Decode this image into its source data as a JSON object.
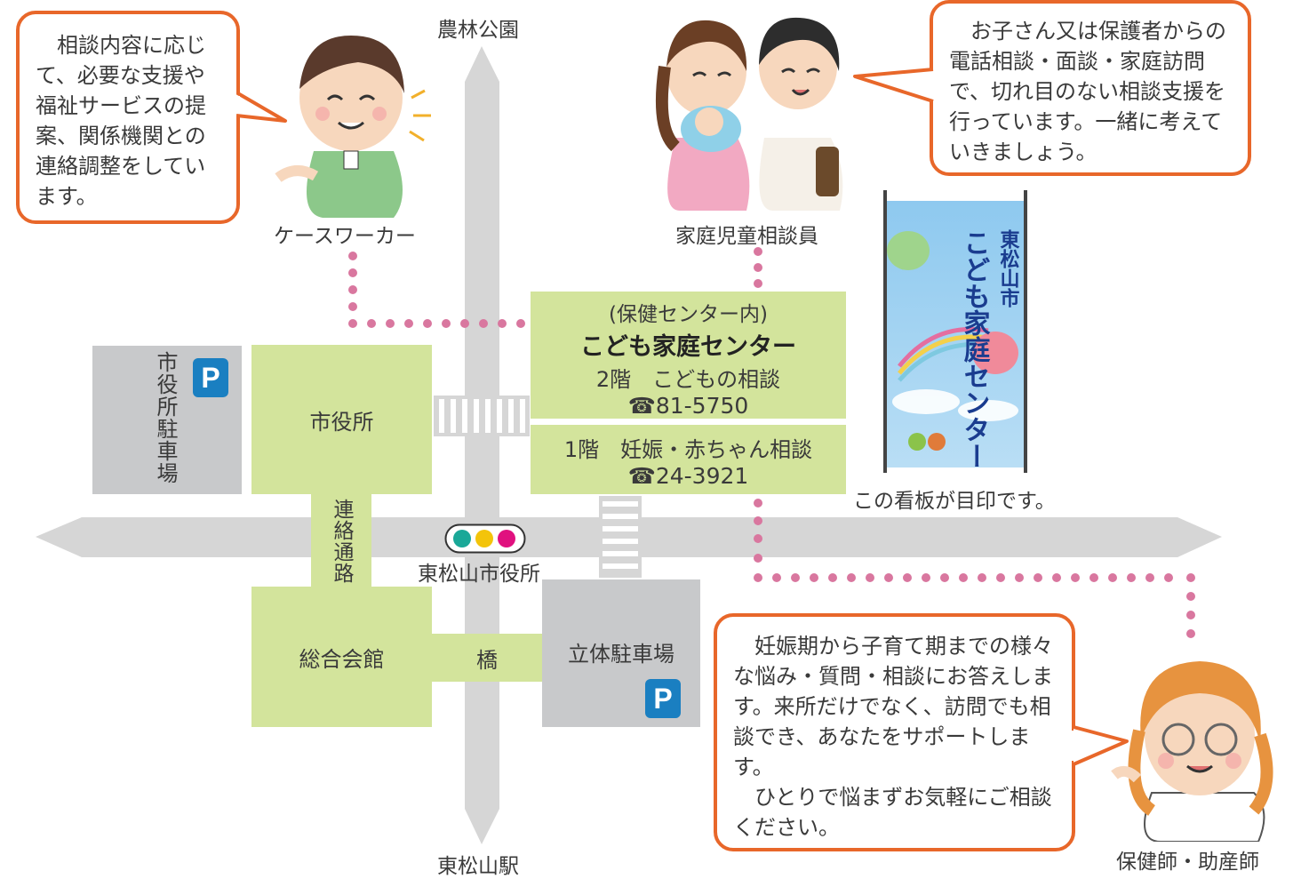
{
  "destinations": {
    "north": "農林公園",
    "south": "東松山駅"
  },
  "buildings": {
    "city_hall": "市役所",
    "city_hall_parking": "市役所駐車場",
    "connecting_passage": "連絡通路",
    "general_hall": "総合会館",
    "bridge": "橋",
    "multistory_parking": "立体駐車場",
    "parking_symbol": "P"
  },
  "traffic_signal_label": "東松山市役所",
  "center": {
    "note": "(保健センター内)",
    "name": "こども家庭センター",
    "floor2": "2階　こどもの相談",
    "floor2_tel": "☎81-5750",
    "floor1": "1階　妊娠・赤ちゃん相談",
    "floor1_tel": "☎24-3921"
  },
  "signboard": {
    "text_city": "東松山市",
    "text_name": "こども家庭センター",
    "caption": "この看板が目印です。"
  },
  "staff": {
    "case_worker": "ケースワーカー",
    "family_counselor": "家庭児童相談員",
    "health_nurse": "保健師・助産師"
  },
  "bubbles": {
    "case_worker": "相談内容に応じて、必要な支援や福祉サービスの提案、関係機関との連絡調整をしています。",
    "family_counselor": "お子さん又は保護者からの電話相談・面談・家庭訪問で、切れ目のない相談支援を行っています。一緒に考えていきましょう。",
    "health_nurse_p1": "妊娠期から子育て期までの様々な悩み・質問・相談にお答えします。来所だけでなく、訪問でも相談でき、あなたをサポートします。",
    "health_nurse_p2": "ひとりで悩まずお気軽にご相談ください。"
  },
  "colors": {
    "bubble_border": "#e8672a",
    "building_green": "#d3e49c",
    "road_gray": "#d6d6d6",
    "dotted_pink": "#d9779f",
    "parking_blue": "#1a7fc1"
  }
}
